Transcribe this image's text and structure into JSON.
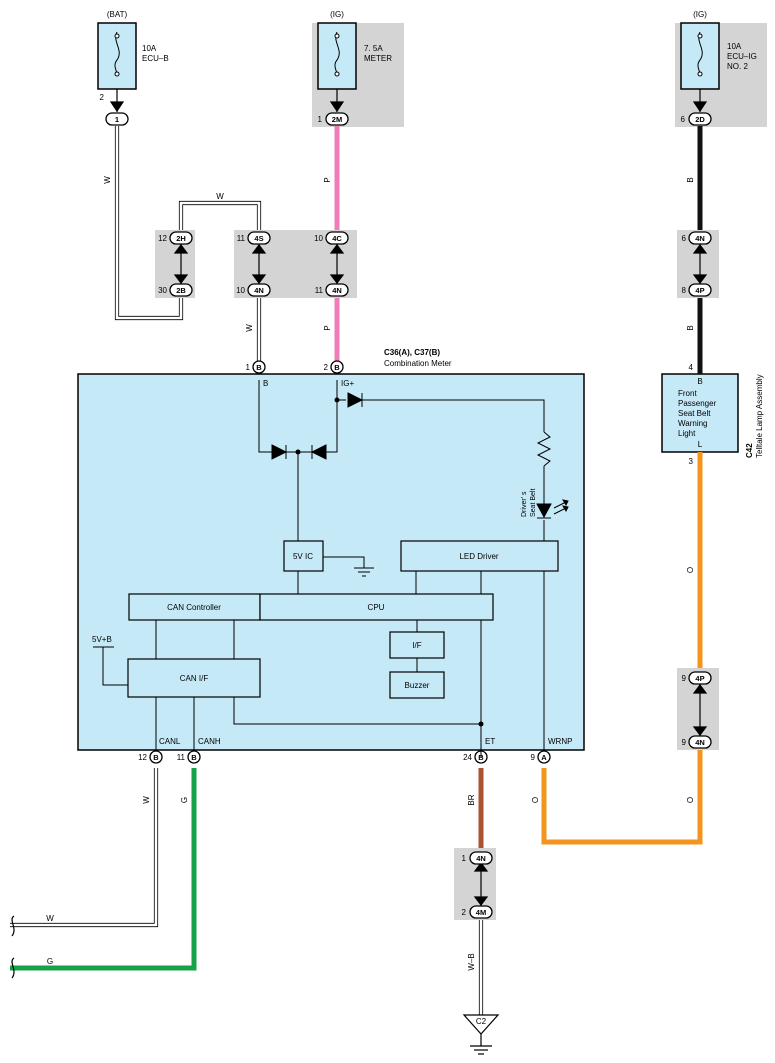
{
  "fuses": {
    "bat": {
      "source": "(BAT)",
      "rating": "10A",
      "name": "ECU–B",
      "name2": "",
      "pin": "2",
      "conn": "1"
    },
    "meter": {
      "source": "(IG)",
      "rating": "7. 5A",
      "name": "METER",
      "name2": "",
      "pin": "1",
      "conn": "2M"
    },
    "ecuig": {
      "source": "(IG)",
      "rating": "10A",
      "name": "ECU–IG",
      "name2": "NO. 2",
      "pin": "6",
      "conn": "2D"
    }
  },
  "junctions": {
    "j2h": {
      "top_pin": "12",
      "top_conn": "2H",
      "bot_pin": "30",
      "bot_conn": "2B"
    },
    "j4s": {
      "top_pin": "11",
      "top_conn": "4S",
      "bot_pin": "10",
      "bot_conn": "4N"
    },
    "j4c": {
      "top_pin": "10",
      "top_conn": "4C",
      "bot_pin": "11",
      "bot_conn": "4N"
    },
    "j4n_right": {
      "top_pin": "6",
      "top_conn": "4N",
      "bot_pin": "8",
      "bot_conn": "4P"
    },
    "j4p_lower": {
      "top_pin": "9",
      "top_conn": "4P",
      "bot_pin": "9",
      "bot_conn": "4N"
    },
    "j4n_bottom": {
      "top_pin": "1",
      "top_conn": "4N",
      "bot_pin": "2",
      "bot_conn": "4M"
    }
  },
  "wire_colors": {
    "w": "W",
    "p": "P",
    "b": "B",
    "g": "G",
    "o": "O",
    "br": "BR",
    "wb": "W–B"
  },
  "meter": {
    "part": "C36(A), C37(B)",
    "name": "Combination Meter",
    "pin_b_num": "1",
    "pin_b_conn": "B",
    "pin_b_name": "B",
    "pin_ig_num": "2",
    "pin_ig_conn": "B",
    "pin_ig_name": "IG+",
    "pin_canl_num": "12",
    "pin_canl_conn": "B",
    "pin_canl_name": "CANL",
    "pin_canh_num": "11",
    "pin_canh_conn": "B",
    "pin_canh_name": "CANH",
    "pin_et_num": "24",
    "pin_et_conn": "B",
    "pin_et_name": "ET",
    "pin_wrnp_num": "9",
    "pin_wrnp_conn": "A",
    "pin_wrnp_name": "WRNP",
    "blocks": {
      "ic": "5V IC",
      "led": "LED Driver",
      "canctrl": "CAN Controller",
      "cpu": "CPU",
      "canif": "CAN I/F",
      "if": "I/F",
      "buzzer": "Buzzer",
      "supply": "5V+B"
    },
    "seatbelt_1": "Driver' s",
    "seatbelt_2": "Seat Belt"
  },
  "lamp": {
    "part": "C42",
    "name": "Telltale Lamp Assembly",
    "pin_b": "4",
    "pin_b_name": "B",
    "pin_l": "3",
    "pin_l_name": "L",
    "text1": "Front",
    "text2": "Passenger",
    "text3": "Seat Belt",
    "text4": "Warning",
    "text5": "Light"
  },
  "ground": {
    "label": "C2"
  },
  "colors": {
    "meter_fill": "#c6e9f8",
    "fuse_fill": "#c6e9f8",
    "gray_fill": "#d4d4d4",
    "pink": "#f07cb8",
    "black": "#111111",
    "green": "#16a24a",
    "orange": "#f3941e",
    "brown": "#a9532f"
  }
}
